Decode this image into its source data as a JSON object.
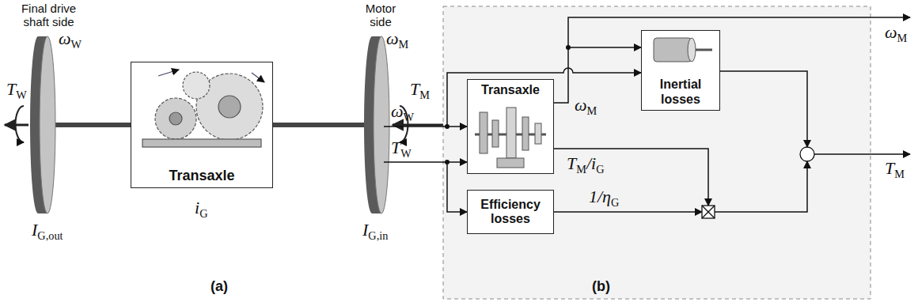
{
  "diagram": {
    "nodes": [
      {
        "text": [
          "Transaxle"
        ]
      },
      {
        "text": [
          "Transaxle"
        ]
      },
      {
        "text": [
          "Inertial losses"
        ]
      },
      {
        "text": [
          "Efficiency losses"
        ]
      }
    ],
    "edges": [
      {
        "from": 1,
        "to": 2,
        "arrow": "to",
        "label": "ωM"
      }
    ],
    "labels": [
      "Final drive shaft side",
      "ωW",
      "TW",
      "IG,out",
      "iG",
      "Motor side",
      "ωM",
      "TM",
      "IG,in",
      "(a)",
      "ωW",
      "TW",
      "ωM",
      "TM",
      "1/ηG",
      "TM/iG",
      "(b)"
    ]
  }
}
